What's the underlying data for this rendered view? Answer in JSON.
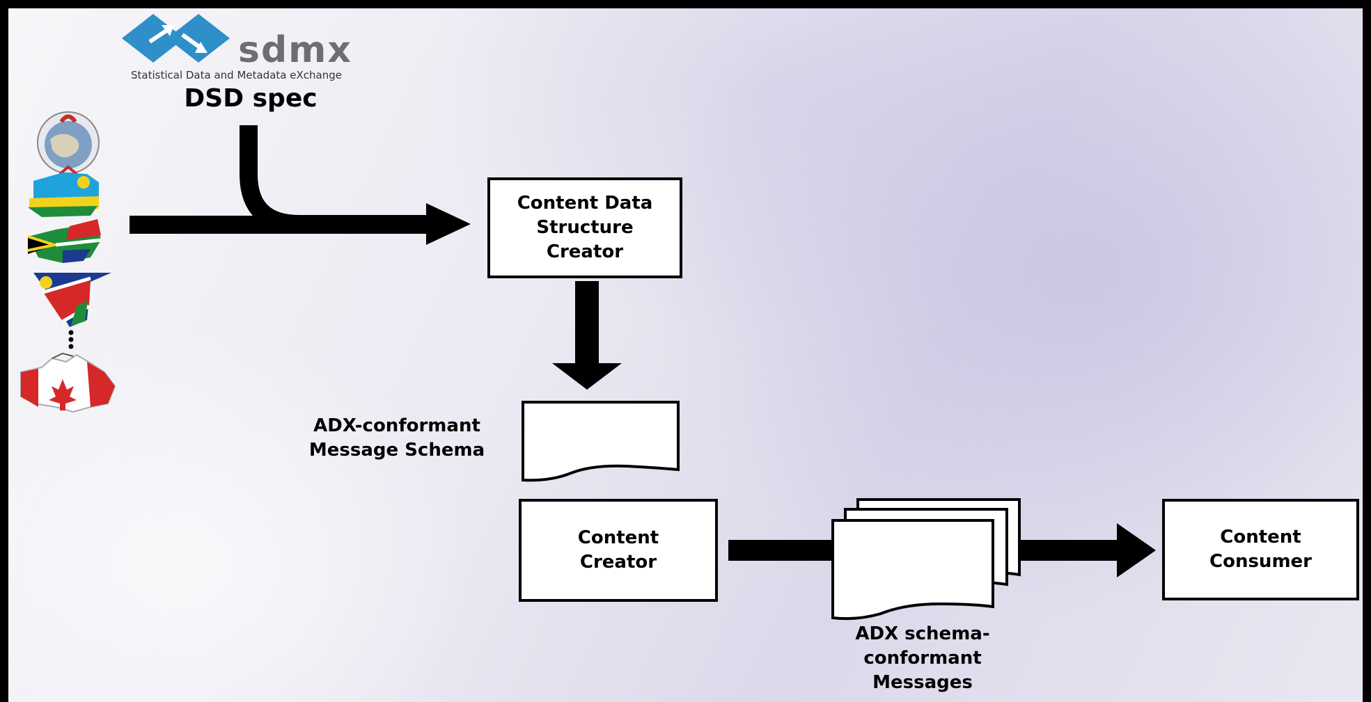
{
  "logo": {
    "name": "sdmx",
    "tagline": "Statistical Data and Metadata eXchange"
  },
  "labels": {
    "dsd_spec": "DSD spec",
    "message_schema": "ADX-conformant\nMessage Schema",
    "messages": "ADX schema-\nconformant\nMessages"
  },
  "boxes": {
    "structure_creator": "Content Data\nStructure\nCreator",
    "content_creator": "Content\nCreator",
    "content_consumer": "Content\nConsumer"
  },
  "flags": [
    "un-emblem-icon",
    "rwanda-map-icon",
    "south-africa-map-icon",
    "namibia-map-icon",
    "canada-map-icon"
  ],
  "colors": {
    "sdmx_blue": "#2e8fc9",
    "sdmx_gray": "#6d6e71"
  }
}
